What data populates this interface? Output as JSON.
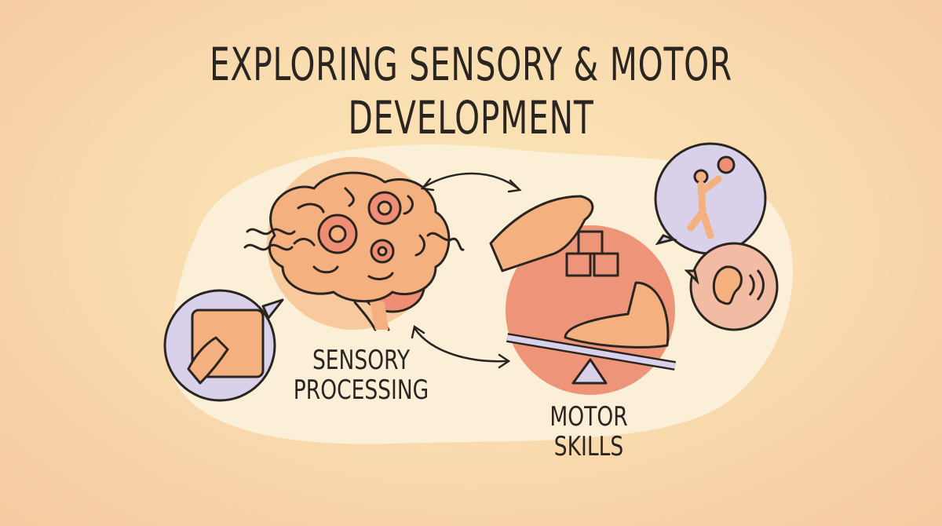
{
  "title": "EXPLORING SENSORY & MOTOR DEVELOPMENT",
  "labels": {
    "sensory": [
      "SENSORY",
      "PROCESSING"
    ],
    "motor": "MOTOR SKILLS"
  },
  "icons": [
    "brain-gears-icon",
    "hand-touching-texture-icon",
    "hand-stacking-blocks-icon",
    "foot-balance-board-icon",
    "child-catching-ball-icon",
    "ear-hearing-icon",
    "bidirectional-arrow-icon"
  ],
  "colors": {
    "background": "#f9ddb0",
    "blob": "#fbefd8",
    "brain": "#f4b07e",
    "gear": "#ee8e74",
    "motor_circle": "#ee9478",
    "bubble_lavender": "#d9d1ea",
    "bubble_pink": "#f2bba3",
    "outline": "#2a2520"
  }
}
